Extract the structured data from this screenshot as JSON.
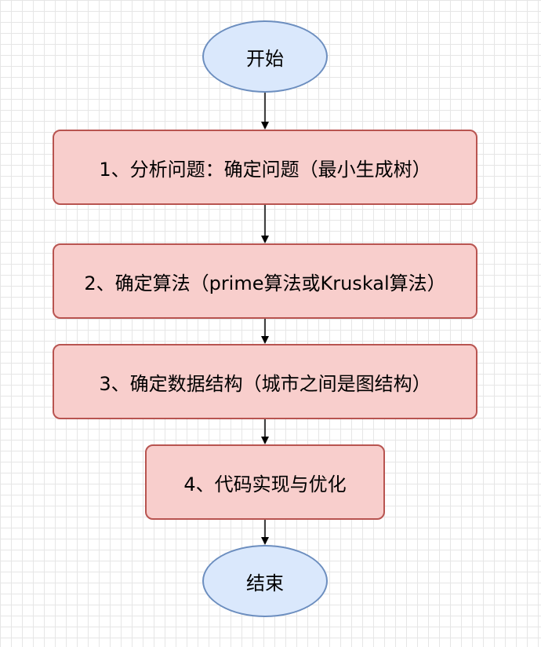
{
  "flowchart": {
    "start": {
      "label": "开始"
    },
    "steps": [
      {
        "label": "1、分析问题：确定问题（最小生成树）"
      },
      {
        "label": "2、确定算法（prime算法或Kruskal算法）"
      },
      {
        "label": "3、确定数据结构（城市之间是图结构）"
      },
      {
        "label": "4、代码实现与优化"
      }
    ],
    "end": {
      "label": "结束"
    }
  },
  "colors": {
    "terminal_fill": "#dae8fc",
    "terminal_stroke": "#6c8ebf",
    "process_fill": "#f8cecc",
    "process_stroke": "#b85450",
    "arrow": "#000000"
  }
}
